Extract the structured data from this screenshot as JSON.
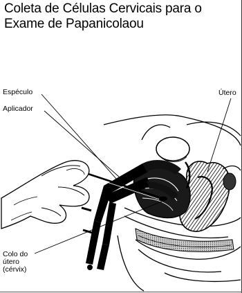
{
  "title_line1": "Coleta de Células Cervicais para o",
  "title_line2": "Exame de Papanicolaou",
  "labels": {
    "especulo": "Espéculo",
    "aplicador": "Aplicador",
    "utero": "Útero",
    "colo_line1": "Colo do",
    "colo_line2": "útero",
    "colo_line3": "(cérvix)"
  },
  "colors": {
    "ink": "#000000",
    "paper": "#ffffff",
    "tissue_dark": "#222222",
    "tissue_mid": "#777777"
  },
  "icons": [
    "hand-illustration",
    "speculum-illustration",
    "applicator-illustration",
    "uterus-illustration",
    "pelvic-anatomy-illustration"
  ]
}
